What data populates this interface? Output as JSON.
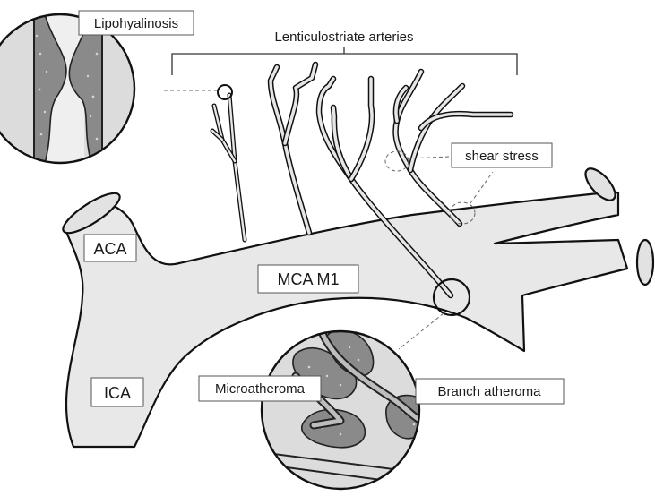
{
  "labels": {
    "lipohyalinosis": "Lipohyalinosis",
    "lenticulostriate": "Lenticulostriate arteries",
    "shear_stress": "shear stress",
    "aca": "ACA",
    "mca_m1": "MCA M1",
    "ica": "ICA",
    "microatheroma": "Microatheroma",
    "branch_atheroma": "Branch atheroma"
  },
  "colors": {
    "vessel_fill": "#e8e8e8",
    "outline": "#111111",
    "plaque": "#8a8a8a",
    "inset_background": "#dcdcdc"
  }
}
